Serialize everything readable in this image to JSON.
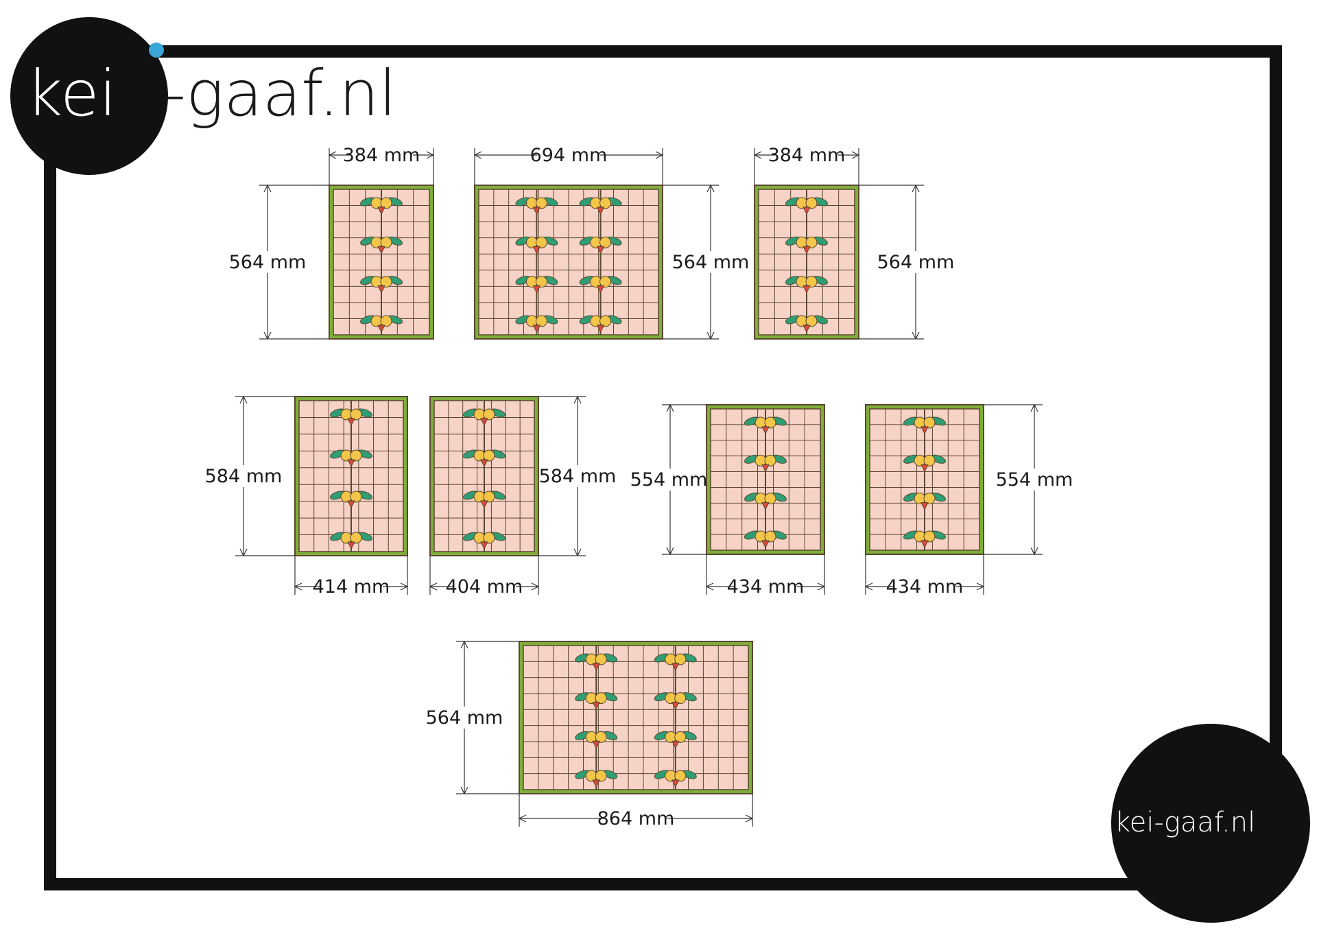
{
  "brand": {
    "logo_left": "kei",
    "logo_right": "-gaaf.nl",
    "logo_small": "kei-gaaf.nl",
    "accent_color": "#3aa6d8",
    "frame_color": "#111111"
  },
  "panels": [
    {
      "id": "top-1",
      "width_label": "384 mm",
      "height_label": "564 mm",
      "motif_columns": 1
    },
    {
      "id": "top-2",
      "width_label": "694 mm",
      "height_label": "564 mm",
      "motif_columns": 2
    },
    {
      "id": "top-3",
      "width_label": "384 mm",
      "height_label": "564 mm",
      "motif_columns": 1
    },
    {
      "id": "mid-1",
      "width_label": "414 mm",
      "height_label": "584 mm",
      "motif_columns": 1
    },
    {
      "id": "mid-2",
      "width_label": "404 mm",
      "height_label": "584 mm",
      "motif_columns": 1
    },
    {
      "id": "mid-3",
      "width_label": "434 mm",
      "height_label": "554 mm",
      "motif_columns": 1
    },
    {
      "id": "mid-4",
      "width_label": "434 mm",
      "height_label": "554 mm",
      "motif_columns": 1
    },
    {
      "id": "bottom-1",
      "width_label": "864 mm",
      "height_label": "564 mm",
      "motif_columns": 2
    }
  ],
  "glass_colors": {
    "background": "#f6d3c6",
    "lead": "#5a4630",
    "border": "#7fae3a",
    "flower": "#f3c64a",
    "tulip": "#d94a3a",
    "leaf": "#2f9e74",
    "leaf_alt": "#e0a43a"
  }
}
